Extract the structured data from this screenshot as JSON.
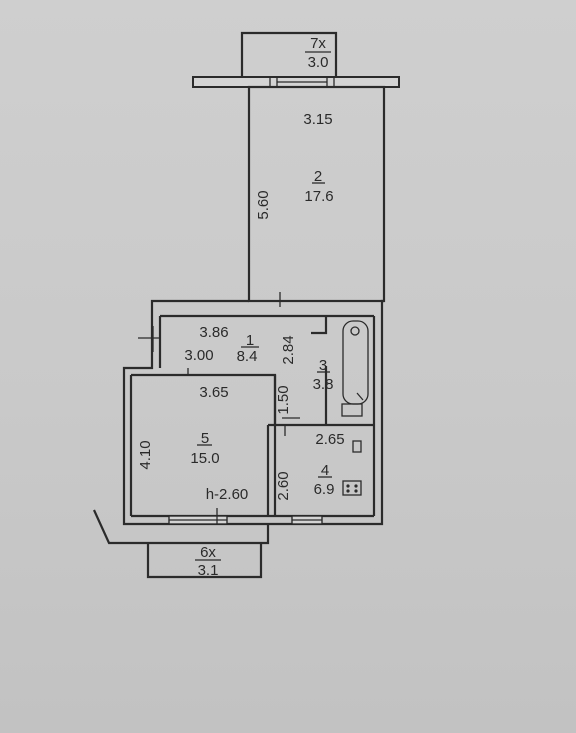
{
  "plan": {
    "balcony_top": {
      "label": "7x",
      "size": "3.0"
    },
    "balcony_bottom": {
      "label": "6x",
      "size": "3.1"
    },
    "rooms": [
      {
        "number": "2",
        "area": "17.6"
      },
      {
        "number": "1",
        "area": "8.4"
      },
      {
        "number": "3",
        "area": "3.8"
      },
      {
        "number": "5",
        "area": "15.0"
      },
      {
        "number": "4",
        "area": "6.9"
      }
    ],
    "dimensions": {
      "room2_width": "3.15",
      "room2_length": "5.60",
      "room1_width_top": "3.86",
      "room1_width_bottom": "3.00",
      "room1_length": "2.84",
      "room3_length": "1.50",
      "room5_width": "3.65",
      "room5_length": "4.10",
      "room4_width": "2.65",
      "room4_length": "2.60"
    },
    "ceiling_height": "h-2.60"
  },
  "colors": {
    "ink": "#2b2b2b",
    "paper": "#cbcbcb"
  }
}
